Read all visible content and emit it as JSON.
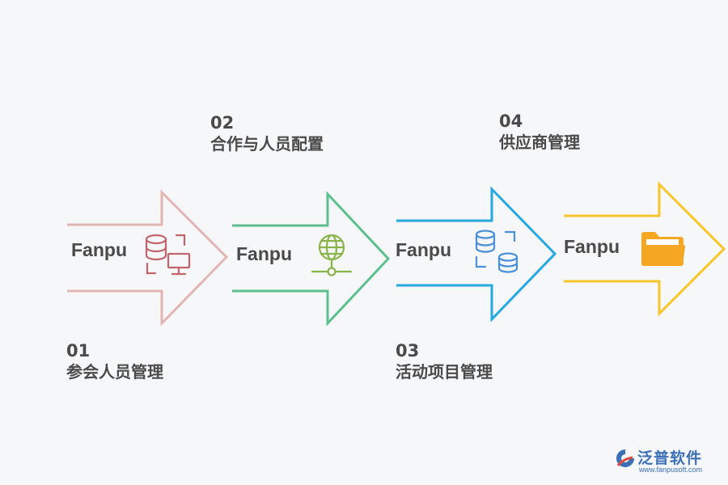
{
  "steps": [
    {
      "number": "01",
      "title": "参会人员管理",
      "label": "Fanpu",
      "icon": "database-monitor-icon",
      "color": "#e2b5b5",
      "icon_color": "#c0636a"
    },
    {
      "number": "02",
      "title": "合作与人员配置",
      "label": "Fanpu",
      "icon": "globe-network-icon",
      "color": "#5cc08e",
      "icon_color": "#8ab34b"
    },
    {
      "number": "03",
      "title": "活动项目管理",
      "label": "Fanpu",
      "icon": "databases-icon",
      "color": "#27a8e0",
      "icon_color": "#4a90d9"
    },
    {
      "number": "04",
      "title": "供应商管理",
      "label": "Fanpu",
      "icon": "folder-icon",
      "color": "#f7c52c",
      "icon_color": "#f5a623"
    }
  ],
  "watermark": {
    "name": "泛普软件",
    "url": "www.fanpusoft.com",
    "color": "#3b6fb6"
  }
}
